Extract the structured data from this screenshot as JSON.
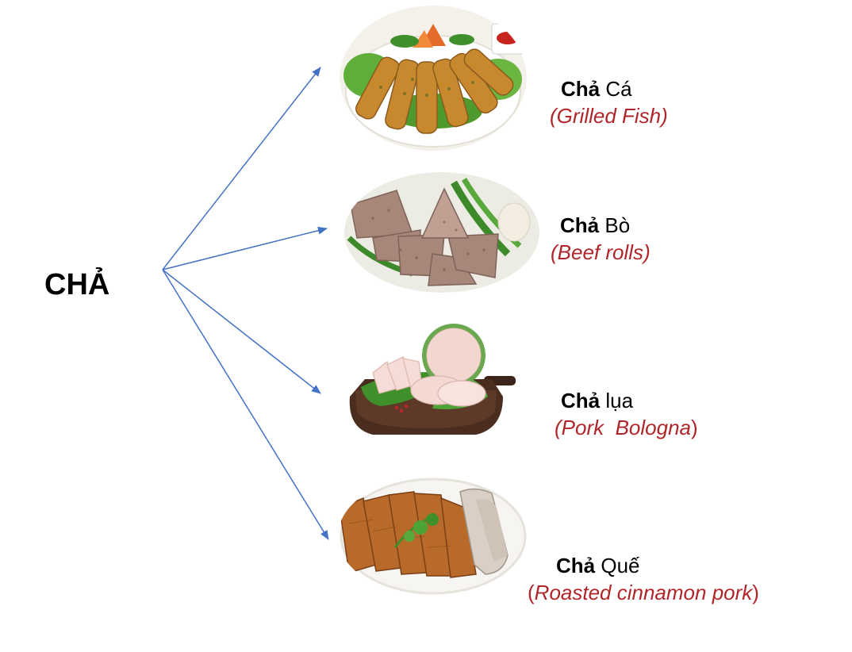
{
  "root": {
    "label": "CHẢ"
  },
  "items": [
    {
      "bold": "Chả",
      "rest": " Cá",
      "open_paren": "(",
      "english": "Grilled Fish",
      "close_paren": ")",
      "image": "grilled-fish-cakes"
    },
    {
      "bold": "Chả",
      "rest": " Bò",
      "open_paren": "(",
      "english": "Beef rolls",
      "close_paren": ")",
      "image": "beef-roll-slices"
    },
    {
      "bold": "Chả",
      "rest": " lụa",
      "open_paren": "(",
      "english": "Pork  Bologna",
      "close_paren": ")",
      "image": "pork-bologna-slices"
    },
    {
      "bold": "Chả",
      "rest": " Quế",
      "open_paren": "(",
      "english": "Roasted cinnamon pork",
      "close_paren": ")",
      "image": "cinnamon-pork-slices"
    }
  ],
  "colors": {
    "arrow": "#4472c4",
    "english_text": "#b0252a",
    "root_text": "#000000"
  }
}
